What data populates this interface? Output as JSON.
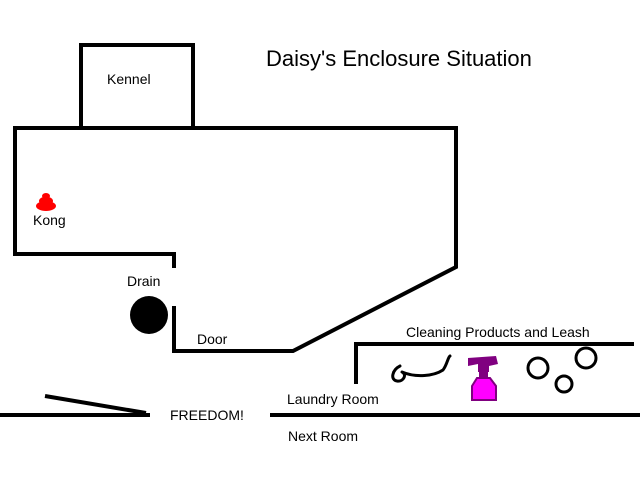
{
  "title": "Daisy's Enclosure Situation",
  "labels": {
    "kennel": "Kennel",
    "kong": "Kong",
    "drain": "Drain",
    "door": "Door",
    "cleaning": "Cleaning Products and Leash",
    "freedom": "FREEDOM!",
    "laundry_room": "Laundry Room",
    "next_room": "Next Room"
  },
  "colors": {
    "wall": "#000000",
    "kong": "#ff0000",
    "spray_bottle": "#ff00ff",
    "spray_outline": "#800080",
    "drain": "#000000"
  },
  "icons": {
    "kong": "kong-toy-icon",
    "drain": "drain-icon",
    "spray": "spray-bottle-icon",
    "leash": "leash-icon"
  }
}
